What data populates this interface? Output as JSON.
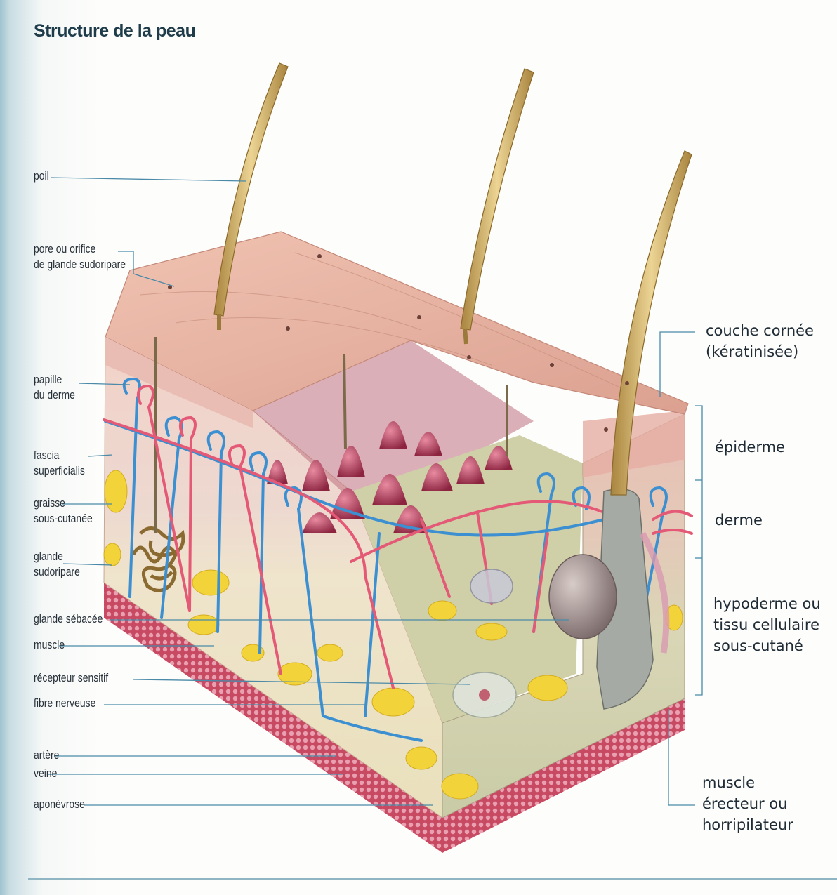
{
  "title": "Structure de la peau",
  "left_labels": [
    {
      "id": "poil",
      "lines": [
        "poil"
      ]
    },
    {
      "id": "pore",
      "lines": [
        "pore ou orifice",
        "de glande sudoripare"
      ]
    },
    {
      "id": "papille",
      "lines": [
        "papille",
        "du derme"
      ]
    },
    {
      "id": "fascia",
      "lines": [
        "fascia",
        "superficialis"
      ]
    },
    {
      "id": "graisse",
      "lines": [
        "graisse",
        "sous-cutanée"
      ]
    },
    {
      "id": "glande-sudoripare",
      "lines": [
        "glande",
        "sudoripare"
      ]
    },
    {
      "id": "glande-sebacee",
      "lines": [
        "glande sébacée"
      ]
    },
    {
      "id": "muscle",
      "lines": [
        "muscle"
      ]
    },
    {
      "id": "recepteur",
      "lines": [
        "récepteur sensitif"
      ]
    },
    {
      "id": "fibre",
      "lines": [
        "fibre nerveuse"
      ]
    },
    {
      "id": "artere",
      "lines": [
        "artère"
      ]
    },
    {
      "id": "veine",
      "lines": [
        "veine"
      ]
    },
    {
      "id": "aponevrose",
      "lines": [
        "aponévrose"
      ]
    }
  ],
  "right_labels": [
    {
      "id": "couche-cornee",
      "lines": [
        "couche cornée",
        "(kératinisée)"
      ]
    },
    {
      "id": "epiderme",
      "lines": [
        "épiderme"
      ]
    },
    {
      "id": "derme",
      "lines": [
        "derme"
      ]
    },
    {
      "id": "hypoderme",
      "lines": [
        "hypoderme ou",
        "tissu cellulaire",
        "sous-cutané"
      ]
    },
    {
      "id": "muscle-erecteur",
      "lines": [
        "muscle",
        "érecteur ou",
        "horripilateur"
      ]
    }
  ],
  "colors": {
    "skin_top": "#e8b0a0",
    "epidermis_side": "#e6b8b0",
    "dermis": "#f0e2c8",
    "hypodermis": "#e6dfb8",
    "fat": "#f2d43a",
    "artery": "#e45a76",
    "vein": "#3c8fd0",
    "hair": "#d6b46c",
    "leader_line": "#4a8aa8",
    "papillae": "#b8405c"
  }
}
